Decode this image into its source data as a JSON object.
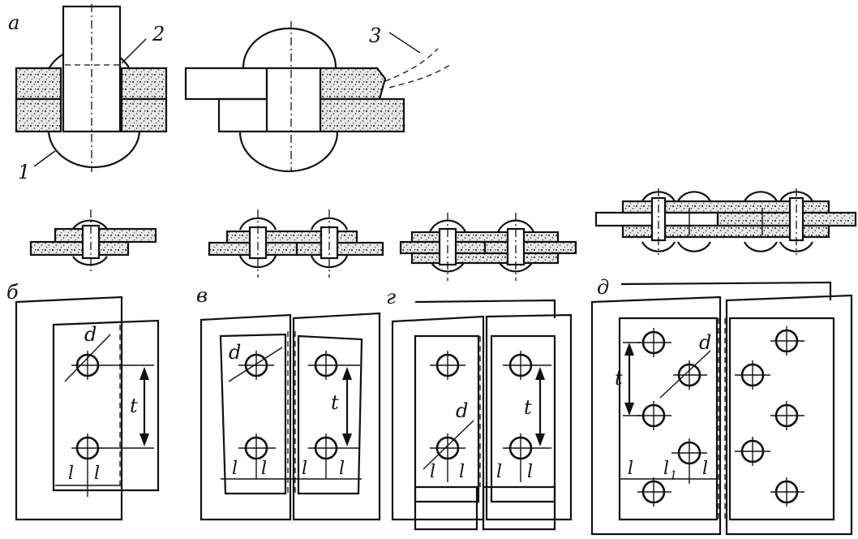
{
  "labels": {
    "panel_a": "a",
    "panel_b": "б",
    "panel_v": "в",
    "panel_g": "г",
    "panel_d": "д",
    "part_1": "1",
    "part_2": "2",
    "part_3": "3",
    "dim_d": "d",
    "dim_t": "t",
    "dim_l": "l",
    "dim_l1": "l",
    "dim_l1_sub": "1"
  }
}
